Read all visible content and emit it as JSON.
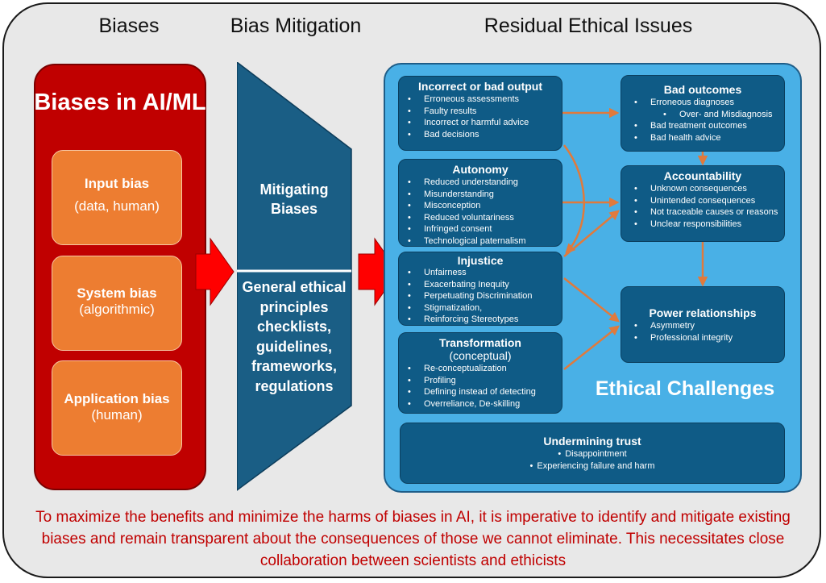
{
  "headers": {
    "biases": "Biases",
    "mitigation": "Bias Mitigation",
    "residual": "Residual Ethical Issues"
  },
  "biases_panel": {
    "title": "Biases in AI/ML",
    "boxes": [
      {
        "title": "Input bias",
        "sub": "(data, human)"
      },
      {
        "title": "System bias",
        "sub": "(algorithmic)"
      },
      {
        "title": "Application bias",
        "sub": "(human)"
      }
    ]
  },
  "mitigation_panel": {
    "top": "Mitigating Biases",
    "bottom": "General ethical principles checklists, guidelines, frameworks, regulations"
  },
  "issues": {
    "incorrect": {
      "title": "Incorrect or bad output",
      "items": [
        "Erroneous assessments",
        "Faulty results",
        "Incorrect or harmful advice",
        "Bad decisions"
      ]
    },
    "autonomy": {
      "title": "Autonomy",
      "items": [
        "Reduced understanding",
        "Misunderstanding",
        "Misconception",
        "Reduced voluntariness",
        "Infringed consent",
        "Technological paternalism"
      ]
    },
    "injustice": {
      "title": "Injustice",
      "items": [
        "Unfairness",
        "Exacerbating Inequity",
        "Perpetuating Discrimination",
        "Stigmatization,",
        "Reinforcing Stereotypes"
      ]
    },
    "transformation": {
      "title": "Transformation",
      "subtitle": "(conceptual)",
      "items": [
        "Re-conceptualization",
        "Profiling",
        "Defining instead of detecting",
        "Overreliance, De-skilling"
      ]
    },
    "bad_outcomes": {
      "title": "Bad outcomes",
      "items": [
        "Erroneous diagnoses",
        "Over- and Misdiagnosis",
        "Bad treatment outcomes",
        "Bad health advice"
      ]
    },
    "accountability": {
      "title": "Accountability",
      "items": [
        "Unknown consequences",
        "Unintended consequences",
        "Not traceable causes or reasons",
        "Unclear responsibilities"
      ]
    },
    "power": {
      "title": "Power relationships",
      "items": [
        "Asymmetry",
        "Professional integrity"
      ]
    },
    "trust": {
      "title": "Undermining trust",
      "items": [
        "Disappointment",
        "Experiencing failure and harm"
      ]
    },
    "ethical_label": "Ethical Challenges"
  },
  "colors": {
    "red_panel": "#c00000",
    "orange_box": "#ed7d31",
    "dark_blue": "#0f5b86",
    "light_blue": "#49b0e6",
    "arrow_orange": "#e07a3c",
    "arrow_red": "#ff0000"
  },
  "footer": "To maximize the benefits and minimize the harms of biases in AI, it is imperative to identify and mitigate existing biases and remain transparent about the consequences of those we cannot eliminate. This necessitates close collaboration between scientists and ethicists"
}
